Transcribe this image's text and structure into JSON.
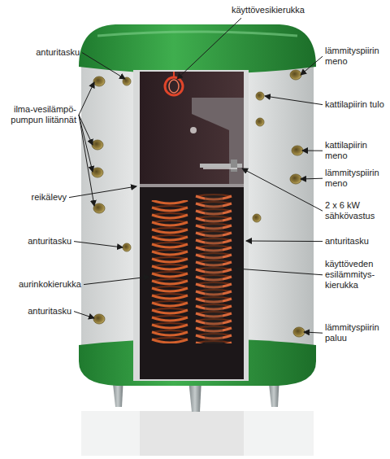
{
  "diagram": {
    "labels": [
      "käyttövesikierukka",
      "lämmityspiirin meno",
      "anturitasku",
      "kattilapiirin tulo",
      "ilma-vesilämpö- pumpun liitännät",
      "kattilapiirin meno",
      "lämmityspiirin meno",
      "reikälevy",
      "2 x 6 kW sähkövastus",
      "anturitasku",
      "anturitasku",
      "käyttöveden esilämmitys- kierukka",
      "aurinkokierukka",
      "anturitasku",
      "lämmityspiirin paluu"
    ]
  }
}
